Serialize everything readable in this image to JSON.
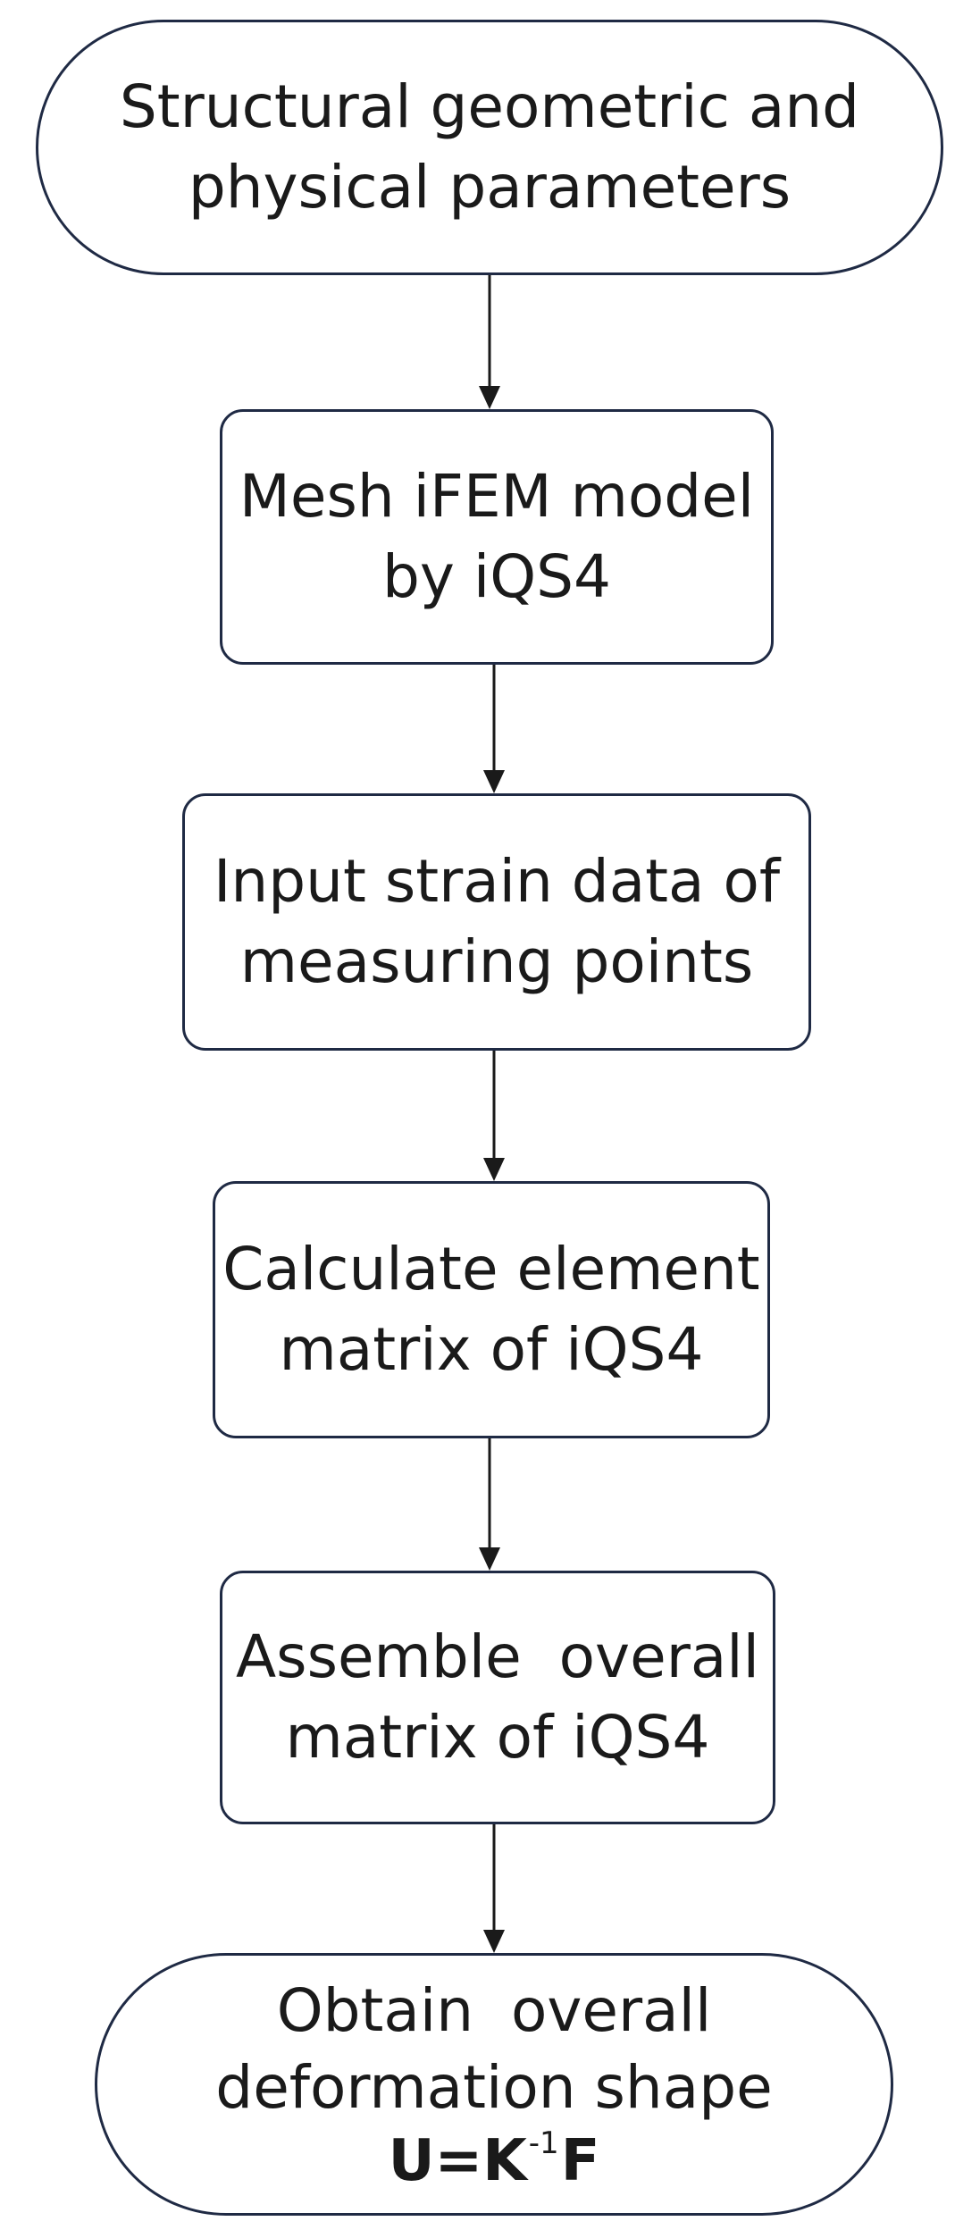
{
  "nodes": {
    "start": {
      "line1": "Structural geometric and",
      "line2": "physical parameters"
    },
    "mesh": {
      "line1": "Mesh iFEM model",
      "line2": "by iQS4"
    },
    "input": {
      "line1": "Input strain data of",
      "line2": "measuring points"
    },
    "calculate": {
      "line1": "Calculate element",
      "line2": "matrix of iQS4"
    },
    "assemble": {
      "line1": "Assemble  overall",
      "line2": "matrix of iQS4"
    },
    "end": {
      "line1": "Obtain  overall",
      "line2": "deformation shape",
      "formula_left": "U=K",
      "formula_sup": "-1",
      "formula_right": "F"
    }
  },
  "colors": {
    "stroke": "#1f2a44",
    "arrow": "#1a1a1a"
  }
}
